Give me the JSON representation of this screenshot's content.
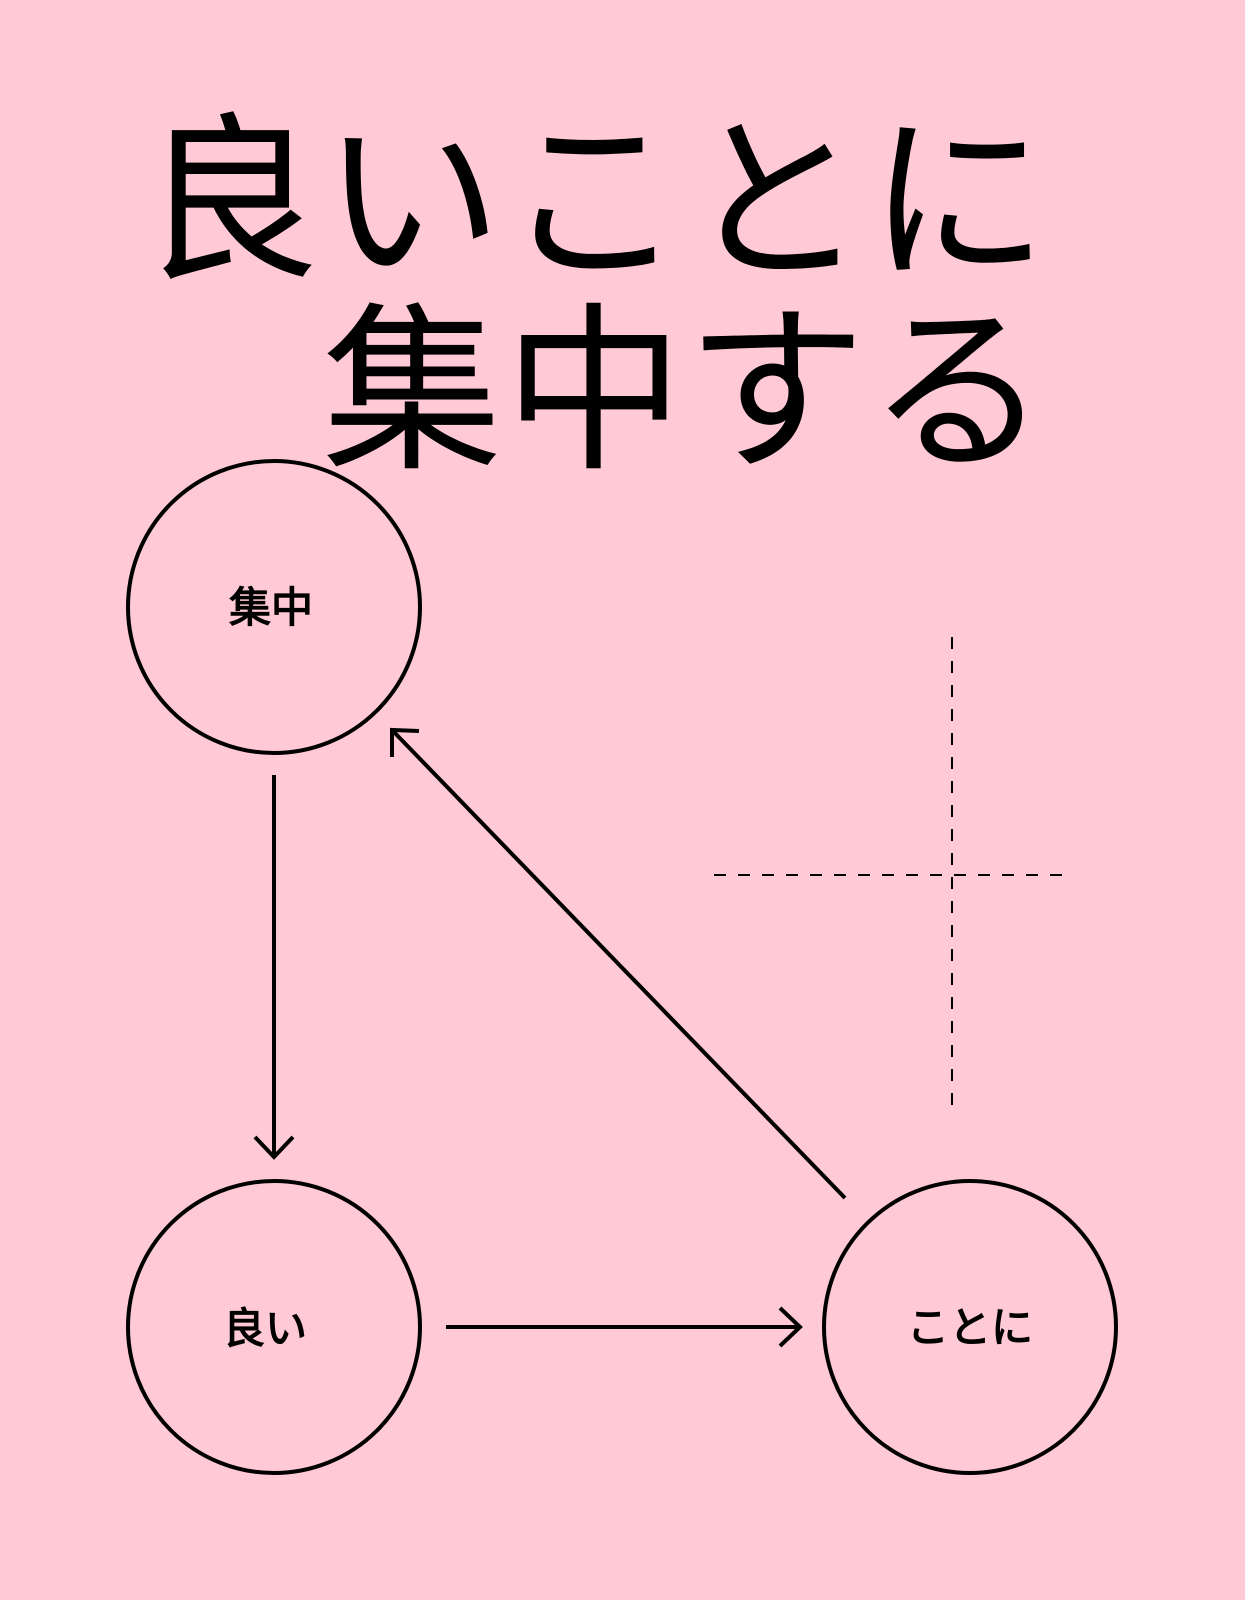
{
  "title": {
    "line1": "良いことに",
    "line2": "集中する"
  },
  "diagram": {
    "nodes": {
      "concentrate": "集中",
      "good": "良い",
      "thing": "ことに"
    },
    "colors": {
      "background": "#ffc9d5",
      "stroke": "#000000"
    }
  }
}
